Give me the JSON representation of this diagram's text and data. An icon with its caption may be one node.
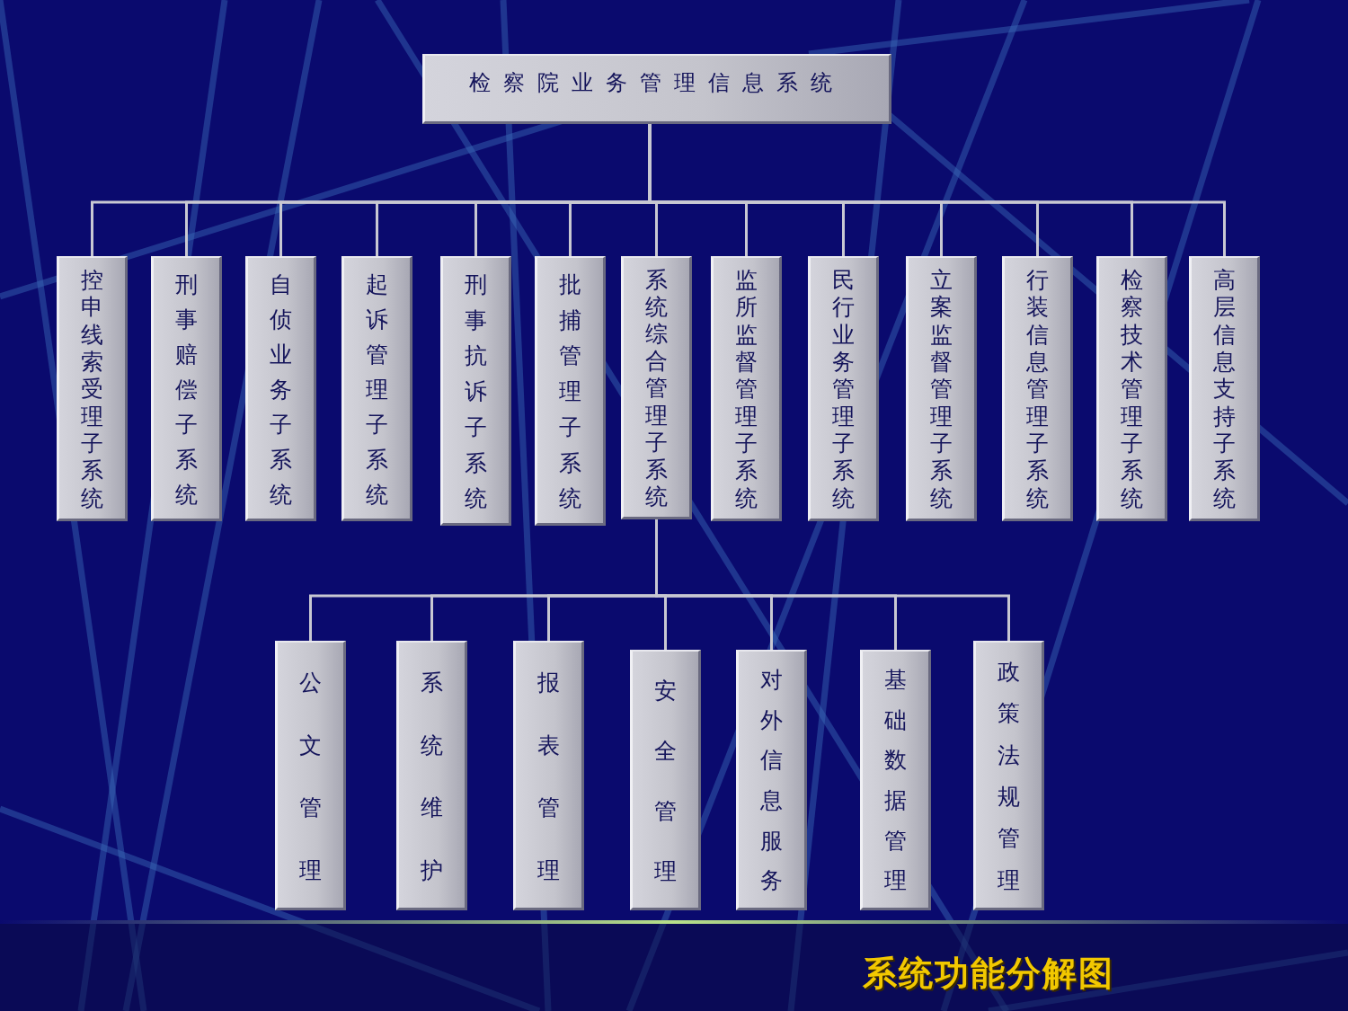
{
  "diagram": {
    "caption": "系统功能分解图",
    "nodes": [
      {
        "text": [
          "检察院业务管理信息系统"
        ]
      },
      {
        "text": [
          "控申线索受理子系统"
        ]
      },
      {
        "text": [
          "刑事赔偿子系统"
        ]
      },
      {
        "text": [
          "自侦业务子系统"
        ]
      },
      {
        "text": [
          "起诉管理子系统"
        ]
      },
      {
        "text": [
          "刑事抗诉子系统"
        ]
      },
      {
        "text": [
          "批捕管理子系统"
        ]
      },
      {
        "text": [
          "系统综合管理子系统"
        ]
      },
      {
        "text": [
          "监所监督管理子系统"
        ]
      },
      {
        "text": [
          "民行业务管理子系统"
        ]
      },
      {
        "text": [
          "立案监督管理子系统"
        ]
      },
      {
        "text": [
          "行装信息管理子系统"
        ]
      },
      {
        "text": [
          "检察技术管理子系统"
        ]
      },
      {
        "text": [
          "高层信息支持子系统"
        ]
      },
      {
        "text": [
          "公文管理"
        ]
      },
      {
        "text": [
          "系统维护"
        ]
      },
      {
        "text": [
          "报表管理"
        ]
      },
      {
        "text": [
          "安全管理"
        ]
      },
      {
        "text": [
          "对外信息服务"
        ]
      },
      {
        "text": [
          "基础数据管理"
        ]
      },
      {
        "text": [
          "政策法规管理"
        ]
      }
    ],
    "edges": [
      {
        "from": 0,
        "to": 1,
        "arrow": "none"
      },
      {
        "from": 0,
        "to": 2,
        "arrow": "none"
      },
      {
        "from": 0,
        "to": 3,
        "arrow": "none"
      },
      {
        "from": 0,
        "to": 4,
        "arrow": "none"
      },
      {
        "from": 0,
        "to": 5,
        "arrow": "none"
      },
      {
        "from": 0,
        "to": 6,
        "arrow": "none"
      },
      {
        "from": 0,
        "to": 7,
        "arrow": "none"
      },
      {
        "from": 0,
        "to": 8,
        "arrow": "none"
      },
      {
        "from": 0,
        "to": 9,
        "arrow": "none"
      },
      {
        "from": 0,
        "to": 10,
        "arrow": "none"
      },
      {
        "from": 0,
        "to": 11,
        "arrow": "none"
      },
      {
        "from": 0,
        "to": 12,
        "arrow": "none"
      },
      {
        "from": 0,
        "to": 13,
        "arrow": "none"
      },
      {
        "from": 7,
        "to": 14,
        "arrow": "none"
      },
      {
        "from": 7,
        "to": 15,
        "arrow": "none"
      },
      {
        "from": 7,
        "to": 16,
        "arrow": "none"
      },
      {
        "from": 7,
        "to": 17,
        "arrow": "none"
      },
      {
        "from": 7,
        "to": 18,
        "arrow": "none"
      },
      {
        "from": 7,
        "to": 19,
        "arrow": "none"
      },
      {
        "from": 7,
        "to": 20,
        "arrow": "none"
      }
    ]
  }
}
